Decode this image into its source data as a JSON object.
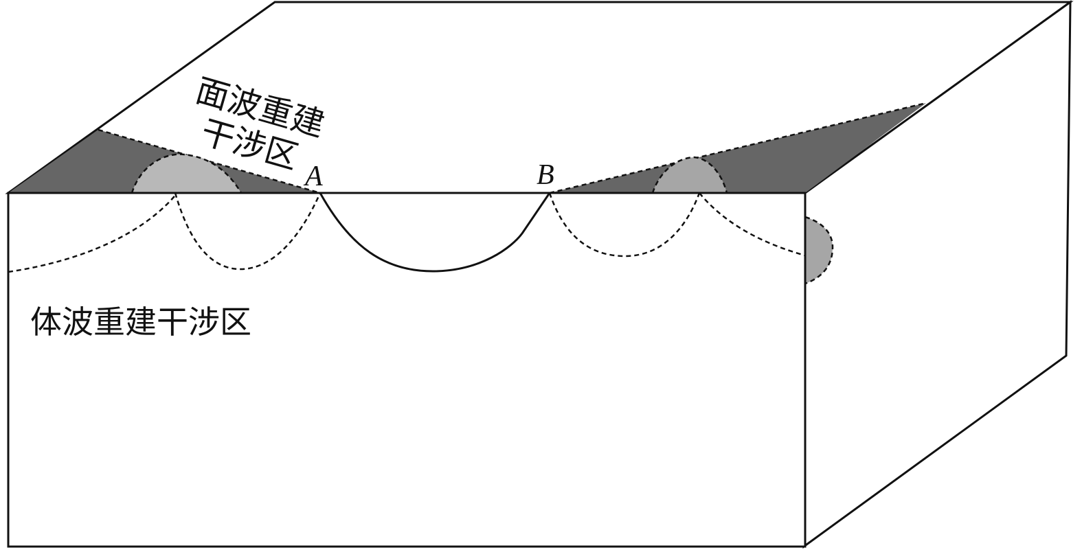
{
  "labels": {
    "surface_zone_line1": "面波重建",
    "surface_zone_line2": "干涉区",
    "body_zone": "体波重建干涉区",
    "point_a": "A",
    "point_b": "B"
  },
  "colors": {
    "outline": "#111111",
    "fill_dark": "#666666",
    "fill_light": "#b8b8b8",
    "fill_medium": "#a6a6a6",
    "face": "#ffffff"
  }
}
